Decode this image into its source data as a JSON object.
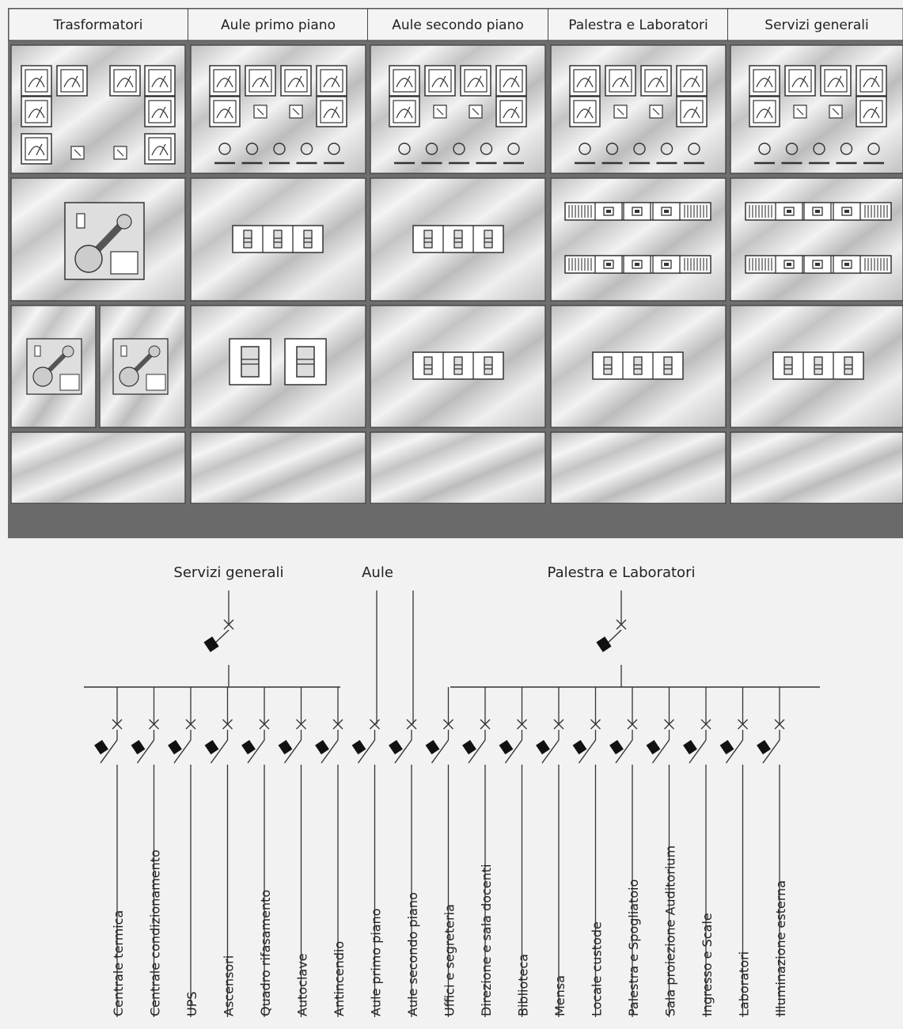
{
  "switchboard": {
    "sections": [
      {
        "title": "Trasformatori"
      },
      {
        "title": "Aule primo piano"
      },
      {
        "title": "Aule secondo piano"
      },
      {
        "title": "Palestra e Laboratori"
      },
      {
        "title": "Servizi generali"
      }
    ]
  },
  "schematic": {
    "supply_labels": {
      "servizi_generali": "Servizi generali",
      "aule": "Aule",
      "palestra": "Palestra e Laboratori"
    },
    "feeders": [
      "Centrale termica",
      "Centrale condizionamento",
      "UPS",
      "Ascensori",
      "Quadro rifasamento",
      "Autoclave",
      "Antincendio",
      "Aule primo piano",
      "Aule secondo piano",
      "Uffici e segreteria",
      "Direzione e sala docenti",
      "Biblioteca",
      "Mensa",
      "Locale custode",
      "Palestra e Spogliatoio",
      "Sala proiezione Auditorium",
      "Ingresso e Scale",
      "Laboratori",
      "Illuminazione esterna"
    ]
  }
}
